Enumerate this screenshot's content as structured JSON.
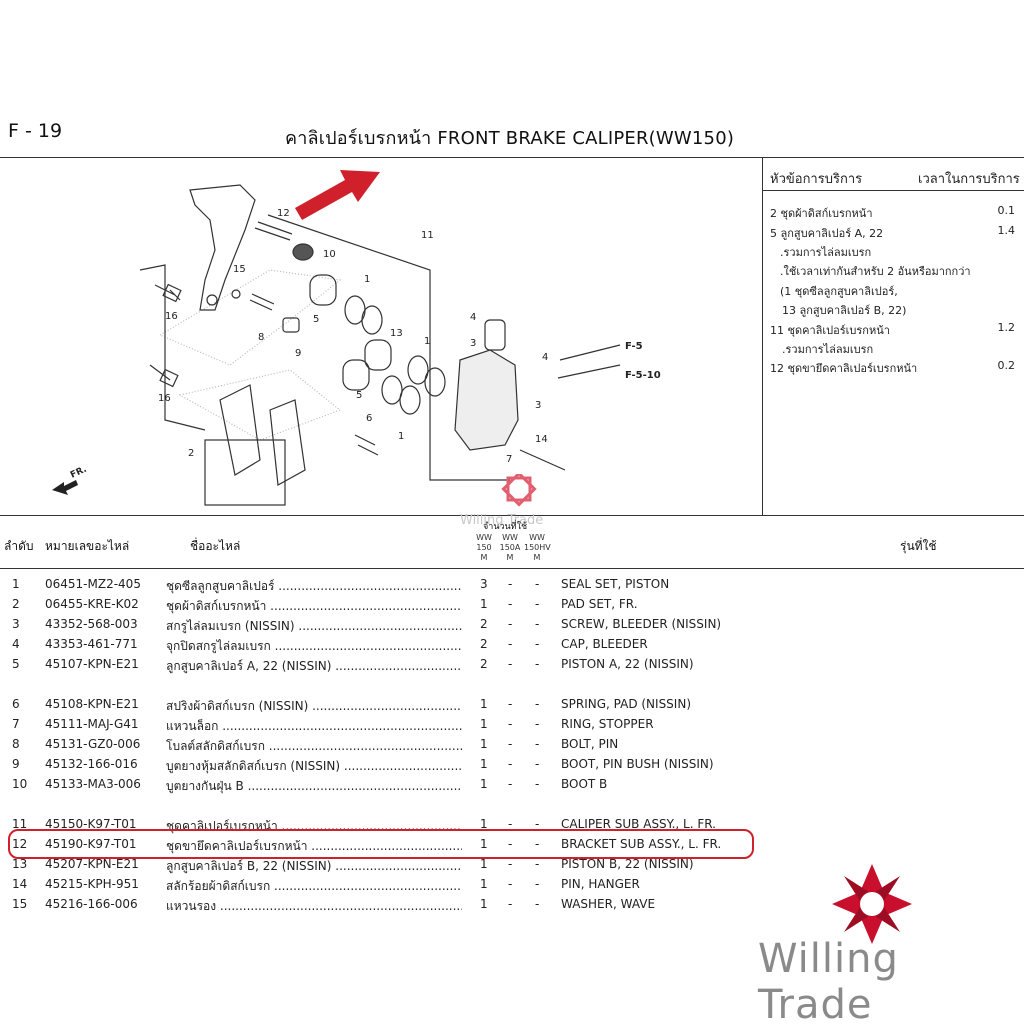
{
  "header": {
    "page_no": "F - 19",
    "title": "คาลิเปอร์เบรกหน้า  FRONT BRAKE CALIPER(WW150)"
  },
  "diagram": {
    "callouts": [
      "12",
      "10",
      "11",
      "15",
      "1",
      "16",
      "5",
      "4",
      "3",
      "8",
      "9",
      "13",
      "F-5",
      "F-5-10",
      "6",
      "2",
      "7",
      "14",
      "FR."
    ]
  },
  "service": {
    "head_left": "หัวข้อการบริการ",
    "head_right": "เวลาในการบริการ",
    "items": [
      {
        "label": "2 ชุดผ้าดิสก์เบรกหน้า",
        "value": "0.1"
      },
      {
        "label": "5 ลูกสูบคาลิเปอร์ A, 22",
        "value": "1.4"
      },
      {
        "label": "11 ชุดคาลิเปอร์เบรกหน้า",
        "value": "1.2"
      },
      {
        "label": "12 ชุดขายึดคาลิเปอร์เบรกหน้า",
        "value": "0.2"
      }
    ],
    "notes_5": [
      ".รวมการไล่ลมเบรก",
      ".ใช้เวลาเท่ากันสำหรับ 2 อันหรือมากกว่า",
      "(1 ชุดซีลลูกสูบคาลิเปอร์,",
      "13 ลูกสูบคาลิเปอร์ B, 22)"
    ],
    "notes_11": [
      ".รวมการไล่ลมเบรก"
    ]
  },
  "table": {
    "headers": {
      "no": "ลำดับ",
      "part_no": "หมายเลขอะไหล่",
      "name": "ชื่ออะไหล่",
      "qty": "จำนวนที่ใช้",
      "models": "รุ่นที่ใช้"
    },
    "qty_cols": [
      {
        "line1": "WW",
        "line2": "150",
        "line3": "M"
      },
      {
        "line1": "WW",
        "line2": "150A",
        "line3": "M"
      },
      {
        "line1": "WW",
        "line2": "150HV",
        "line3": "M"
      }
    ],
    "rows": [
      {
        "no": "1",
        "part_no": "06451-MZ2-405",
        "name": "ชุดซีลลูกสูบคาลิเปอร์",
        "q1": "3",
        "q2": "-",
        "q3": "-",
        "en": "SEAL SET, PISTON"
      },
      {
        "no": "2",
        "part_no": "06455-KRE-K02",
        "name": "ชุดผ้าดิสก์เบรกหน้า",
        "q1": "1",
        "q2": "-",
        "q3": "-",
        "en": "PAD SET, FR."
      },
      {
        "no": "3",
        "part_no": "43352-568-003",
        "name": "สกรูไล่ลมเบรก (NISSIN)",
        "q1": "2",
        "q2": "-",
        "q3": "-",
        "en": "SCREW, BLEEDER (NISSIN)"
      },
      {
        "no": "4",
        "part_no": "43353-461-771",
        "name": "จุกปิดสกรูไล่ลมเบรก",
        "q1": "2",
        "q2": "-",
        "q3": "-",
        "en": "CAP, BLEEDER"
      },
      {
        "no": "5",
        "part_no": "45107-KPN-E21",
        "name": "ลูกสูบคาลิเปอร์ A, 22 (NISSIN)",
        "q1": "2",
        "q2": "-",
        "q3": "-",
        "en": "PISTON A, 22 (NISSIN)"
      },
      {
        "no": "6",
        "part_no": "45108-KPN-E21",
        "name": "สปริงผ้าดิสก์เบรก (NISSIN)",
        "q1": "1",
        "q2": "-",
        "q3": "-",
        "en": "SPRING, PAD (NISSIN)"
      },
      {
        "no": "7",
        "part_no": "45111-MAJ-G41",
        "name": "แหวนล็อก",
        "q1": "1",
        "q2": "-",
        "q3": "-",
        "en": "RING, STOPPER"
      },
      {
        "no": "8",
        "part_no": "45131-GZ0-006",
        "name": "โบลต์สลักดิสก์เบรก",
        "q1": "1",
        "q2": "-",
        "q3": "-",
        "en": "BOLT, PIN"
      },
      {
        "no": "9",
        "part_no": "45132-166-016",
        "name": "บูตยางหุ้มสลักดิสก์เบรก (NISSIN)",
        "q1": "1",
        "q2": "-",
        "q3": "-",
        "en": "BOOT, PIN BUSH (NISSIN)"
      },
      {
        "no": "10",
        "part_no": "45133-MA3-006",
        "name": "บูตยางกันฝุ่น B",
        "q1": "1",
        "q2": "-",
        "q3": "-",
        "en": "BOOT B"
      },
      {
        "no": "11",
        "part_no": "45150-K97-T01",
        "name": "ชุดคาลิเปอร์เบรกหน้า",
        "q1": "1",
        "q2": "-",
        "q3": "-",
        "en": "CALIPER SUB ASSY., L. FR."
      },
      {
        "no": "12",
        "part_no": "45190-K97-T01",
        "name": "ชุดขายึดคาลิเปอร์เบรกหน้า",
        "q1": "1",
        "q2": "-",
        "q3": "-",
        "en": "BRACKET SUB ASSY., L. FR."
      },
      {
        "no": "13",
        "part_no": "45207-KPN-E21",
        "name": "ลูกสูบคาลิเปอร์ B, 22 (NISSIN)",
        "q1": "1",
        "q2": "-",
        "q3": "-",
        "en": "PISTON B, 22 (NISSIN)"
      },
      {
        "no": "14",
        "part_no": "45215-KPH-951",
        "name": "สลักร้อยผ้าดิสก์เบรก",
        "q1": "1",
        "q2": "-",
        "q3": "-",
        "en": "PIN, HANGER"
      },
      {
        "no": "15",
        "part_no": "45216-166-006",
        "name": "แหวนรอง",
        "q1": "1",
        "q2": "-",
        "q3": "-",
        "en": "WASHER, WAVE"
      }
    ]
  },
  "watermark": {
    "small_text": "Willing Trade",
    "logo_text": "Willing Trade"
  },
  "colors": {
    "highlight": "#d0202b",
    "logo_red": "#c8102e",
    "logo_gray": "#8a8a8a"
  }
}
